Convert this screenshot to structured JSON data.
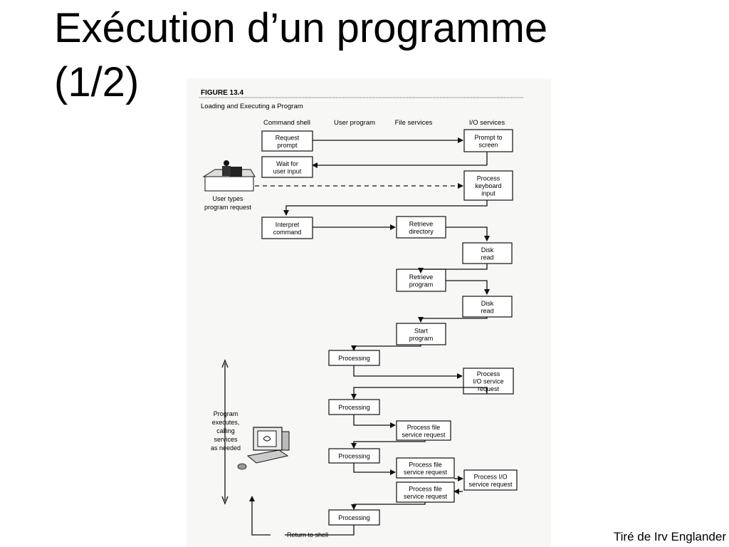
{
  "slide": {
    "title_line1": "Exécution d’un programme",
    "title_line2": "(1/2)",
    "credit": "Tiré de Irv Englander"
  },
  "figure": {
    "number": "FIGURE 13.4",
    "caption": "Loading and Executing a Program",
    "columns": [
      "Command shell",
      "User program",
      "File services",
      "I/O services"
    ],
    "boxes": [
      {
        "id": "request-prompt",
        "lines": [
          "Request",
          "prompt"
        ]
      },
      {
        "id": "prompt-to-screen",
        "lines": [
          "Prompt to",
          "screen"
        ]
      },
      {
        "id": "wait-for-user-input",
        "lines": [
          "Wait for",
          "user input"
        ]
      },
      {
        "id": "process-keyboard-input",
        "lines": [
          "Process",
          "keyboard",
          "input"
        ]
      },
      {
        "id": "interpret-command",
        "lines": [
          "Interpret",
          "command"
        ]
      },
      {
        "id": "retrieve-directory",
        "lines": [
          "Retrieve",
          "directory"
        ]
      },
      {
        "id": "disk-read-1",
        "lines": [
          "Disk",
          "read"
        ]
      },
      {
        "id": "retrieve-program",
        "lines": [
          "Retrieve",
          "program"
        ]
      },
      {
        "id": "disk-read-2",
        "lines": [
          "Disk",
          "read"
        ]
      },
      {
        "id": "start-program",
        "lines": [
          "Start",
          "program"
        ]
      },
      {
        "id": "processing-1",
        "lines": [
          "Processing"
        ]
      },
      {
        "id": "process-io-request-1",
        "lines": [
          "Process",
          "I/O service",
          "request"
        ]
      },
      {
        "id": "processing-2",
        "lines": [
          "Processing"
        ]
      },
      {
        "id": "process-file-request-1",
        "lines": [
          "Process file",
          "service request"
        ]
      },
      {
        "id": "processing-3",
        "lines": [
          "Processing"
        ]
      },
      {
        "id": "process-file-request-2",
        "lines": [
          "Process file",
          "service request"
        ]
      },
      {
        "id": "process-io-request-2",
        "lines": [
          "Process I/O",
          "service request"
        ]
      },
      {
        "id": "process-file-request-3",
        "lines": [
          "Process file",
          "service request"
        ]
      },
      {
        "id": "processing-4",
        "lines": [
          "Processing"
        ]
      }
    ],
    "side_labels": {
      "user_types": [
        "User types",
        "program request"
      ],
      "program_executes": [
        "Program",
        "executes,",
        "calling",
        "services",
        "as needed"
      ],
      "return_to_shell": "Return to shell"
    }
  }
}
